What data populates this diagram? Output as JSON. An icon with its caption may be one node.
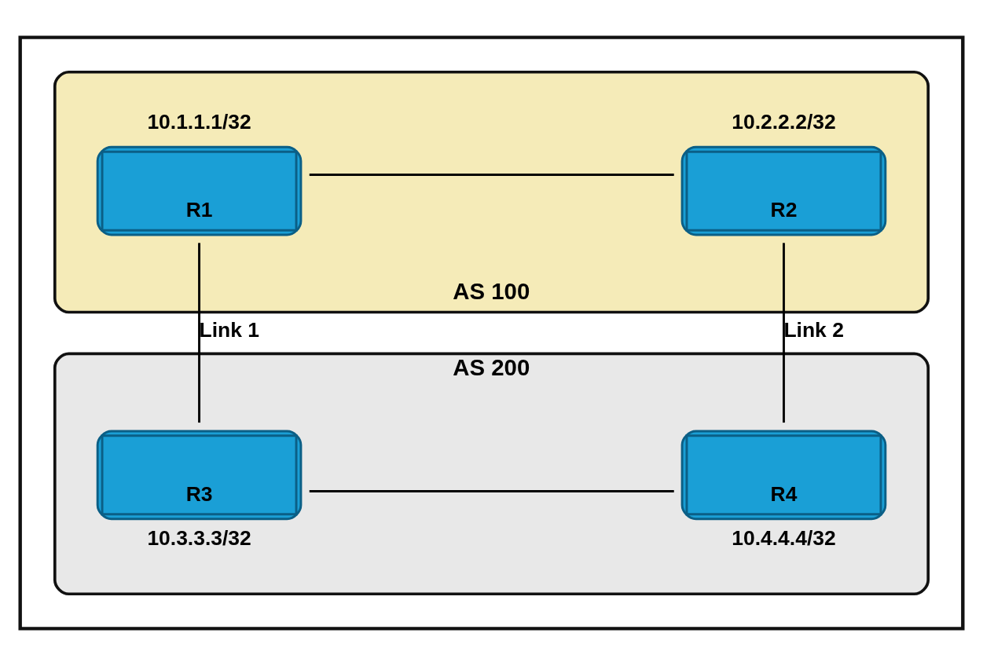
{
  "diagram": {
    "nodes": [
      {
        "text": [],
        "shape": "box"
      },
      {
        "text": [
          "AS 100"
        ],
        "in": 0
      },
      {
        "text": [
          "R1"
        ],
        "beside": [
          "10.1.1.1/32"
        ],
        "in": 1
      },
      {
        "text": [
          "R2"
        ],
        "beside": [
          "10.2.2.2/32"
        ],
        "in": 1
      },
      {
        "text": [
          "AS 200"
        ],
        "in": 0
      },
      {
        "text": [
          "R3"
        ],
        "beside": [
          "10.3.3.3/32"
        ],
        "in": 4
      },
      {
        "text": [
          "R4"
        ],
        "beside": [
          "10.4.4.4/32"
        ],
        "in": 4
      }
    ],
    "edges": [
      {
        "from": 2,
        "to": 3,
        "arrow": "none"
      },
      {
        "from": 2,
        "to": 5,
        "arrow": "none",
        "label": "Link 1"
      },
      {
        "from": 3,
        "to": 6,
        "arrow": "none",
        "label": "Link 2"
      },
      {
        "from": 5,
        "to": 6,
        "arrow": "none"
      }
    ]
  }
}
